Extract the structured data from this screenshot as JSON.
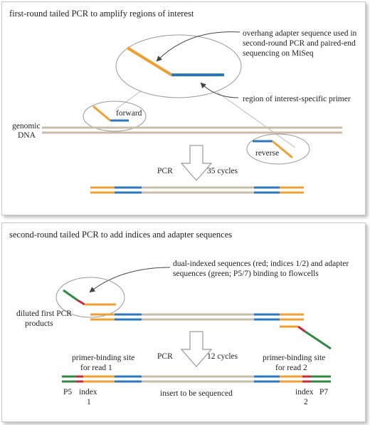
{
  "panel_a": {
    "title": "first-round tailed PCR to amplify regions of interest",
    "callout_overhang": [
      "overhang adapter sequence used in",
      "second-round PCR and paired-end",
      "sequencing on MiSeq"
    ],
    "callout_primer": "region of interest-specific primer",
    "label_forward": "forward",
    "label_reverse": "reverse",
    "label_genomic": [
      "genomic",
      "DNA"
    ],
    "label_pcr": "PCR",
    "label_cycles": "35 cycles"
  },
  "panel_b": {
    "title": "second-round tailed PCR to add indices and adapter sequences",
    "callout": [
      "dual-indexed sequences (red; indices 1/2) and adapter",
      "sequences (green; P5/7) binding to flowcells"
    ],
    "label_diluted": [
      "diluted first PCR",
      "products"
    ],
    "label_pcr": "PCR",
    "label_cycles": "12 cycles",
    "label_pbs1": [
      "primer-binding site",
      "for read 1"
    ],
    "label_pbs2": [
      "primer-binding site",
      "for read 2"
    ],
    "label_p5": "P5",
    "label_index1": [
      "index",
      "1"
    ],
    "label_insert": "insert to be sequenced",
    "label_index2": [
      "index",
      "2"
    ],
    "label_p7": "P7"
  },
  "colors": {
    "genomic": "#c9bca8",
    "adapter_overhang": "#f0a030",
    "primer": "#2a78c0",
    "index": "#c8283a",
    "flowcell_adapter": "#2e8a3e"
  }
}
